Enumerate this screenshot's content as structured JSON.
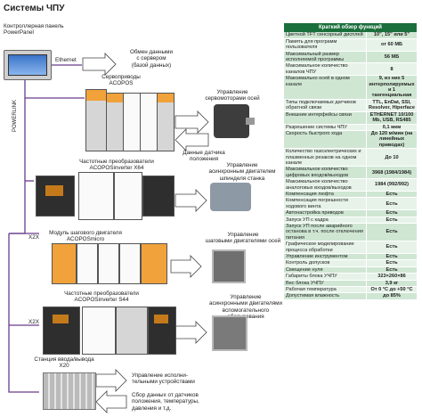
{
  "title": "Системы ЧПУ",
  "panel_label": "Контроллерная панель\nPowerPanel",
  "ethernet": "Ethernet",
  "server_exchange": "Обмен данными\nс сервером\n(базой данных)",
  "servo_drives": "Сервоприводы\nACOPOS",
  "servo_control": "Управление\nсервомоторами осей",
  "sensor_data": "Данные датчика\nположения",
  "powerlink": "POWERLINK",
  "vfd_x64": "Частотные преобразователи\nACOPOSinverter X64",
  "spindle_control": "Управление\nасинхронным двигателем\nшпинделя станка",
  "stepper_module": "Модуль шагового двигателя\nACOPOSmicro",
  "stepper_control": "Управление\nшаговыми двигателями осей",
  "x2x_1": "X2X",
  "vfd_s44": "Частотные преобразователи\nACOPOSinverter S44",
  "aux_control": "Управление\nасинхронными двигателями\nвспомогательного оборудования",
  "x2x_2": "X2X",
  "io_station": "Станция ввода/вывода\nX20",
  "actuators": "Управление исполни-\nтельными устройствами",
  "sensor_collect": "Сбор данных от датчиков\nположения, температуры,\nдавления и т.д.",
  "spec_table": {
    "header": "Краткий обзор функций",
    "rows": [
      {
        "k": "Цветной TFT сенсорный дисплей",
        "v": "10\", 15\" или 5\""
      },
      {
        "k": "Память для программ пользователя",
        "v": "от 60 МБ"
      },
      {
        "k": "Максимальный размер исполняемой программы",
        "v": "56 МБ"
      },
      {
        "k": "Максимальное количество каналов ЧПУ",
        "v": "8"
      },
      {
        "k": "Максимально осей в одном канале",
        "v": "9, из них 5 интерполируемых и 1 тангенциальная"
      },
      {
        "k": "Типы подключаемых датчиков обратной связи",
        "v": "TTL, EnDat, SSI, Resolver, Hiperface"
      },
      {
        "k": "Внешние интерфейсы связи",
        "v": "ETHERNET 10/100 Mb, USB, RS485"
      },
      {
        "k": "Разрешение системы ЧПУ",
        "v": "0,1 мкм"
      },
      {
        "k": "Скорость быстрого хода",
        "v": "До 120 м/мин (на линейных приводах)"
      },
      {
        "k": "Количество газоэлектрических и плазменных резаков на одном канале",
        "v": "До 10"
      },
      {
        "k": "Максимальное количество цифровых входов/выходов",
        "v": "3968 (1984/1984)"
      },
      {
        "k": "Максимальное количество аналоговых входов/выходов",
        "v": "1984 (992/992)"
      },
      {
        "k": "Компенсация люфта",
        "v": "Есть"
      },
      {
        "k": "Компенсация погрешности ходового винта",
        "v": "Есть"
      },
      {
        "k": "Автонастройка приводов",
        "v": "Есть"
      },
      {
        "k": "Запуск УП с кадра",
        "v": "Есть"
      },
      {
        "k": "Запуск УП после аварийного останова в т.ч. после отключения питания",
        "v": "Есть"
      },
      {
        "k": "Графическое моделирование процесса обработки",
        "v": "Есть"
      },
      {
        "k": "Управление инструментом",
        "v": "Есть"
      },
      {
        "k": "Контроль допусков",
        "v": "Есть"
      },
      {
        "k": "Смещение нуля",
        "v": "Есть"
      },
      {
        "k": "Габариты блока УЧПУ",
        "v": "323×260×86"
      },
      {
        "k": "Вес блока УЧПУ",
        "v": "3,9 кг"
      },
      {
        "k": "Рабочая температура",
        "v": "От 0 °С до +50 °С"
      },
      {
        "k": "Допустимая влажность",
        "v": "до 85%"
      }
    ]
  }
}
